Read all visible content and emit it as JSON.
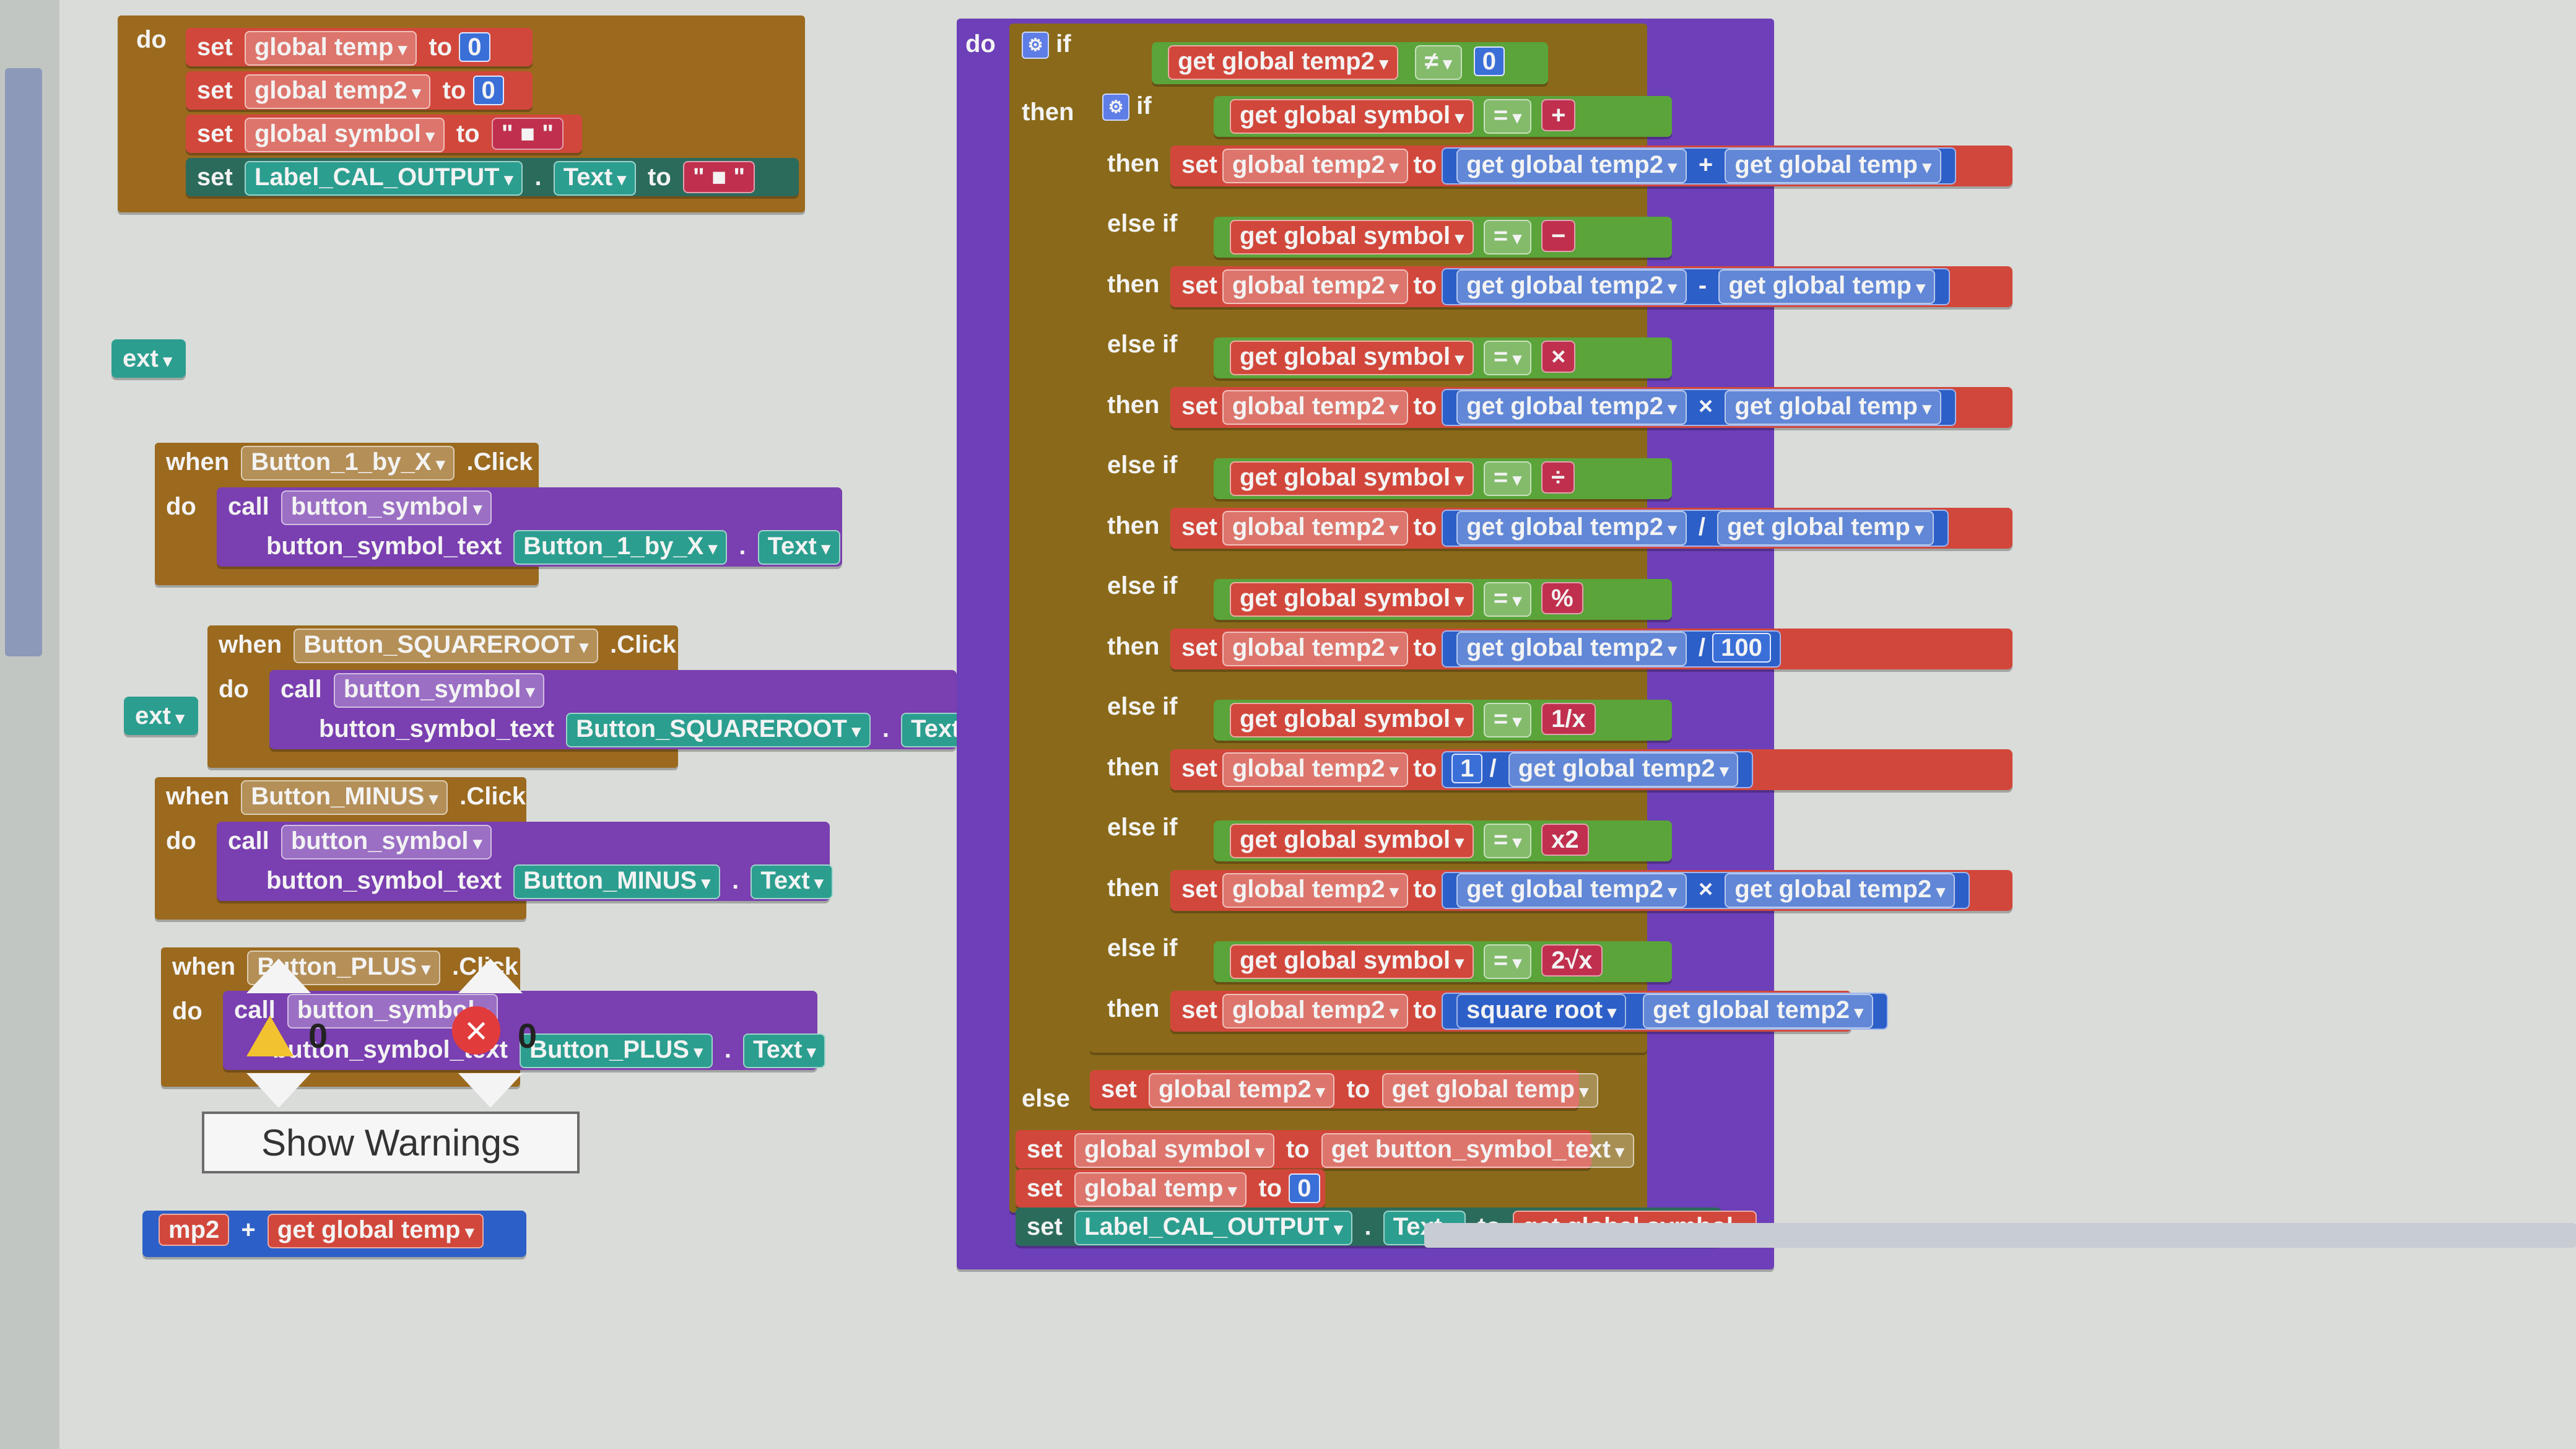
{
  "colors": {
    "control": "#9b6a1f",
    "variable": "#d2473b",
    "logic": "#5aa43a",
    "math": "#2d5fc8",
    "text": "#c0304e",
    "component": "#2b9e8f",
    "procedure": "#7a3fb0",
    "main_block": "#6d3fb8"
  },
  "top_block": {
    "do": "do",
    "row1": {
      "set": "set",
      "var": "global temp",
      "to": "to",
      "val": "0"
    },
    "row2": {
      "set": "set",
      "var": "global temp2",
      "to": "to",
      "val": "0"
    },
    "row3": {
      "set": "set",
      "var": "global symbol",
      "to": "to",
      "val": "\" ■ \""
    },
    "row4": {
      "set": "set",
      "comp": "Label_CAL_OUTPUT",
      "dot": ".",
      "prop": "Text",
      "to": "to",
      "val": "\" ■ \""
    }
  },
  "stub1": "ext",
  "stub2": "ext",
  "handlers": [
    {
      "when": "when",
      "button": "Button_1_by_X",
      "event": ".Click",
      "do": "do",
      "call": "call",
      "proc": "button_symbol",
      "arg": "button_symbol_text",
      "comp": "Button_1_by_X",
      "prop": "Text"
    },
    {
      "when": "when",
      "button": "Button_SQUAREROOT",
      "event": ".Click",
      "do": "do",
      "call": "call",
      "proc": "button_symbol",
      "arg": "button_symbol_text",
      "comp": "Button_SQUAREROOT",
      "prop": "Text"
    },
    {
      "when": "when",
      "button": "Button_MINUS",
      "event": ".Click",
      "do": "do",
      "call": "call",
      "proc": "button_symbol",
      "arg": "button_symbol_text",
      "comp": "Button_MINUS",
      "prop": "Text"
    },
    {
      "when": "when",
      "button": "Button_PLUS",
      "event": ".Click",
      "do": "do",
      "call": "call",
      "proc": "button_symbol",
      "arg": "button_symbol_text",
      "comp": "Button_PLUS",
      "prop": "Text"
    }
  ],
  "warnings": {
    "warn_count": "0",
    "error_count": "0",
    "button": "Show Warnings"
  },
  "bottom_left": {
    "frag": "mp2",
    "op": "+",
    "get": "get",
    "var": "global temp"
  },
  "main": {
    "do": "do",
    "if": "if",
    "then": "then",
    "else": "else",
    "cond": {
      "get": "get",
      "var": "global temp2",
      "op": "≠",
      "val": "0"
    },
    "inner_if": "if",
    "branches": [
      {
        "label": "if",
        "sym": "+",
        "then_set": "set",
        "then_var": "global temp2",
        "to": "to",
        "expr_a": "global temp2",
        "op": "+",
        "expr_b": "global temp"
      },
      {
        "label": "else if",
        "sym": "−",
        "then_set": "set",
        "then_var": "global temp2",
        "to": "to",
        "expr_a": "global temp2",
        "op": "-",
        "expr_b": "global temp"
      },
      {
        "label": "else if",
        "sym": "×",
        "then_set": "set",
        "then_var": "global temp2",
        "to": "to",
        "expr_a": "global temp2",
        "op": "×",
        "expr_b": "global temp"
      },
      {
        "label": "else if",
        "sym": "÷",
        "then_set": "set",
        "then_var": "global temp2",
        "to": "to",
        "expr_a": "global temp2",
        "op": "/",
        "expr_b": "global temp"
      },
      {
        "label": "else if",
        "sym": "%",
        "then_set": "set",
        "then_var": "global temp2",
        "to": "to",
        "expr_a": "global temp2",
        "op": "/",
        "expr_b": "100"
      },
      {
        "label": "else if",
        "sym": "1/x",
        "then_set": "set",
        "then_var": "global temp2",
        "to": "to",
        "expr_a": "1",
        "op": "/",
        "expr_b": "global temp2"
      },
      {
        "label": "else if",
        "sym": "x2",
        "then_set": "set",
        "then_var": "global temp2",
        "to": "to",
        "expr_a": "global temp2",
        "op": "×",
        "expr_b": "global temp2"
      },
      {
        "label": "else if",
        "sym": "2√x",
        "then_set": "set",
        "then_var": "global temp2",
        "to": "to",
        "expr_a": "square root",
        "op": "",
        "expr_b": "global temp2"
      }
    ],
    "get": "get",
    "cond_var": "global symbol",
    "eq": "=",
    "else_set": {
      "set": "set",
      "var": "global temp2",
      "to": "to",
      "get": "get",
      "val": "global temp"
    },
    "tail": [
      {
        "set": "set",
        "var": "global symbol",
        "to": "to",
        "get": "get",
        "val": "button_symbol_text"
      },
      {
        "set": "set",
        "var": "global temp",
        "to": "to",
        "val": "0"
      },
      {
        "set": "set",
        "var": "Label_CAL_OUTPUT",
        "dot": ".",
        "prop": "Text",
        "to": "to",
        "get": "get",
        "val": "global symbol"
      }
    ]
  }
}
